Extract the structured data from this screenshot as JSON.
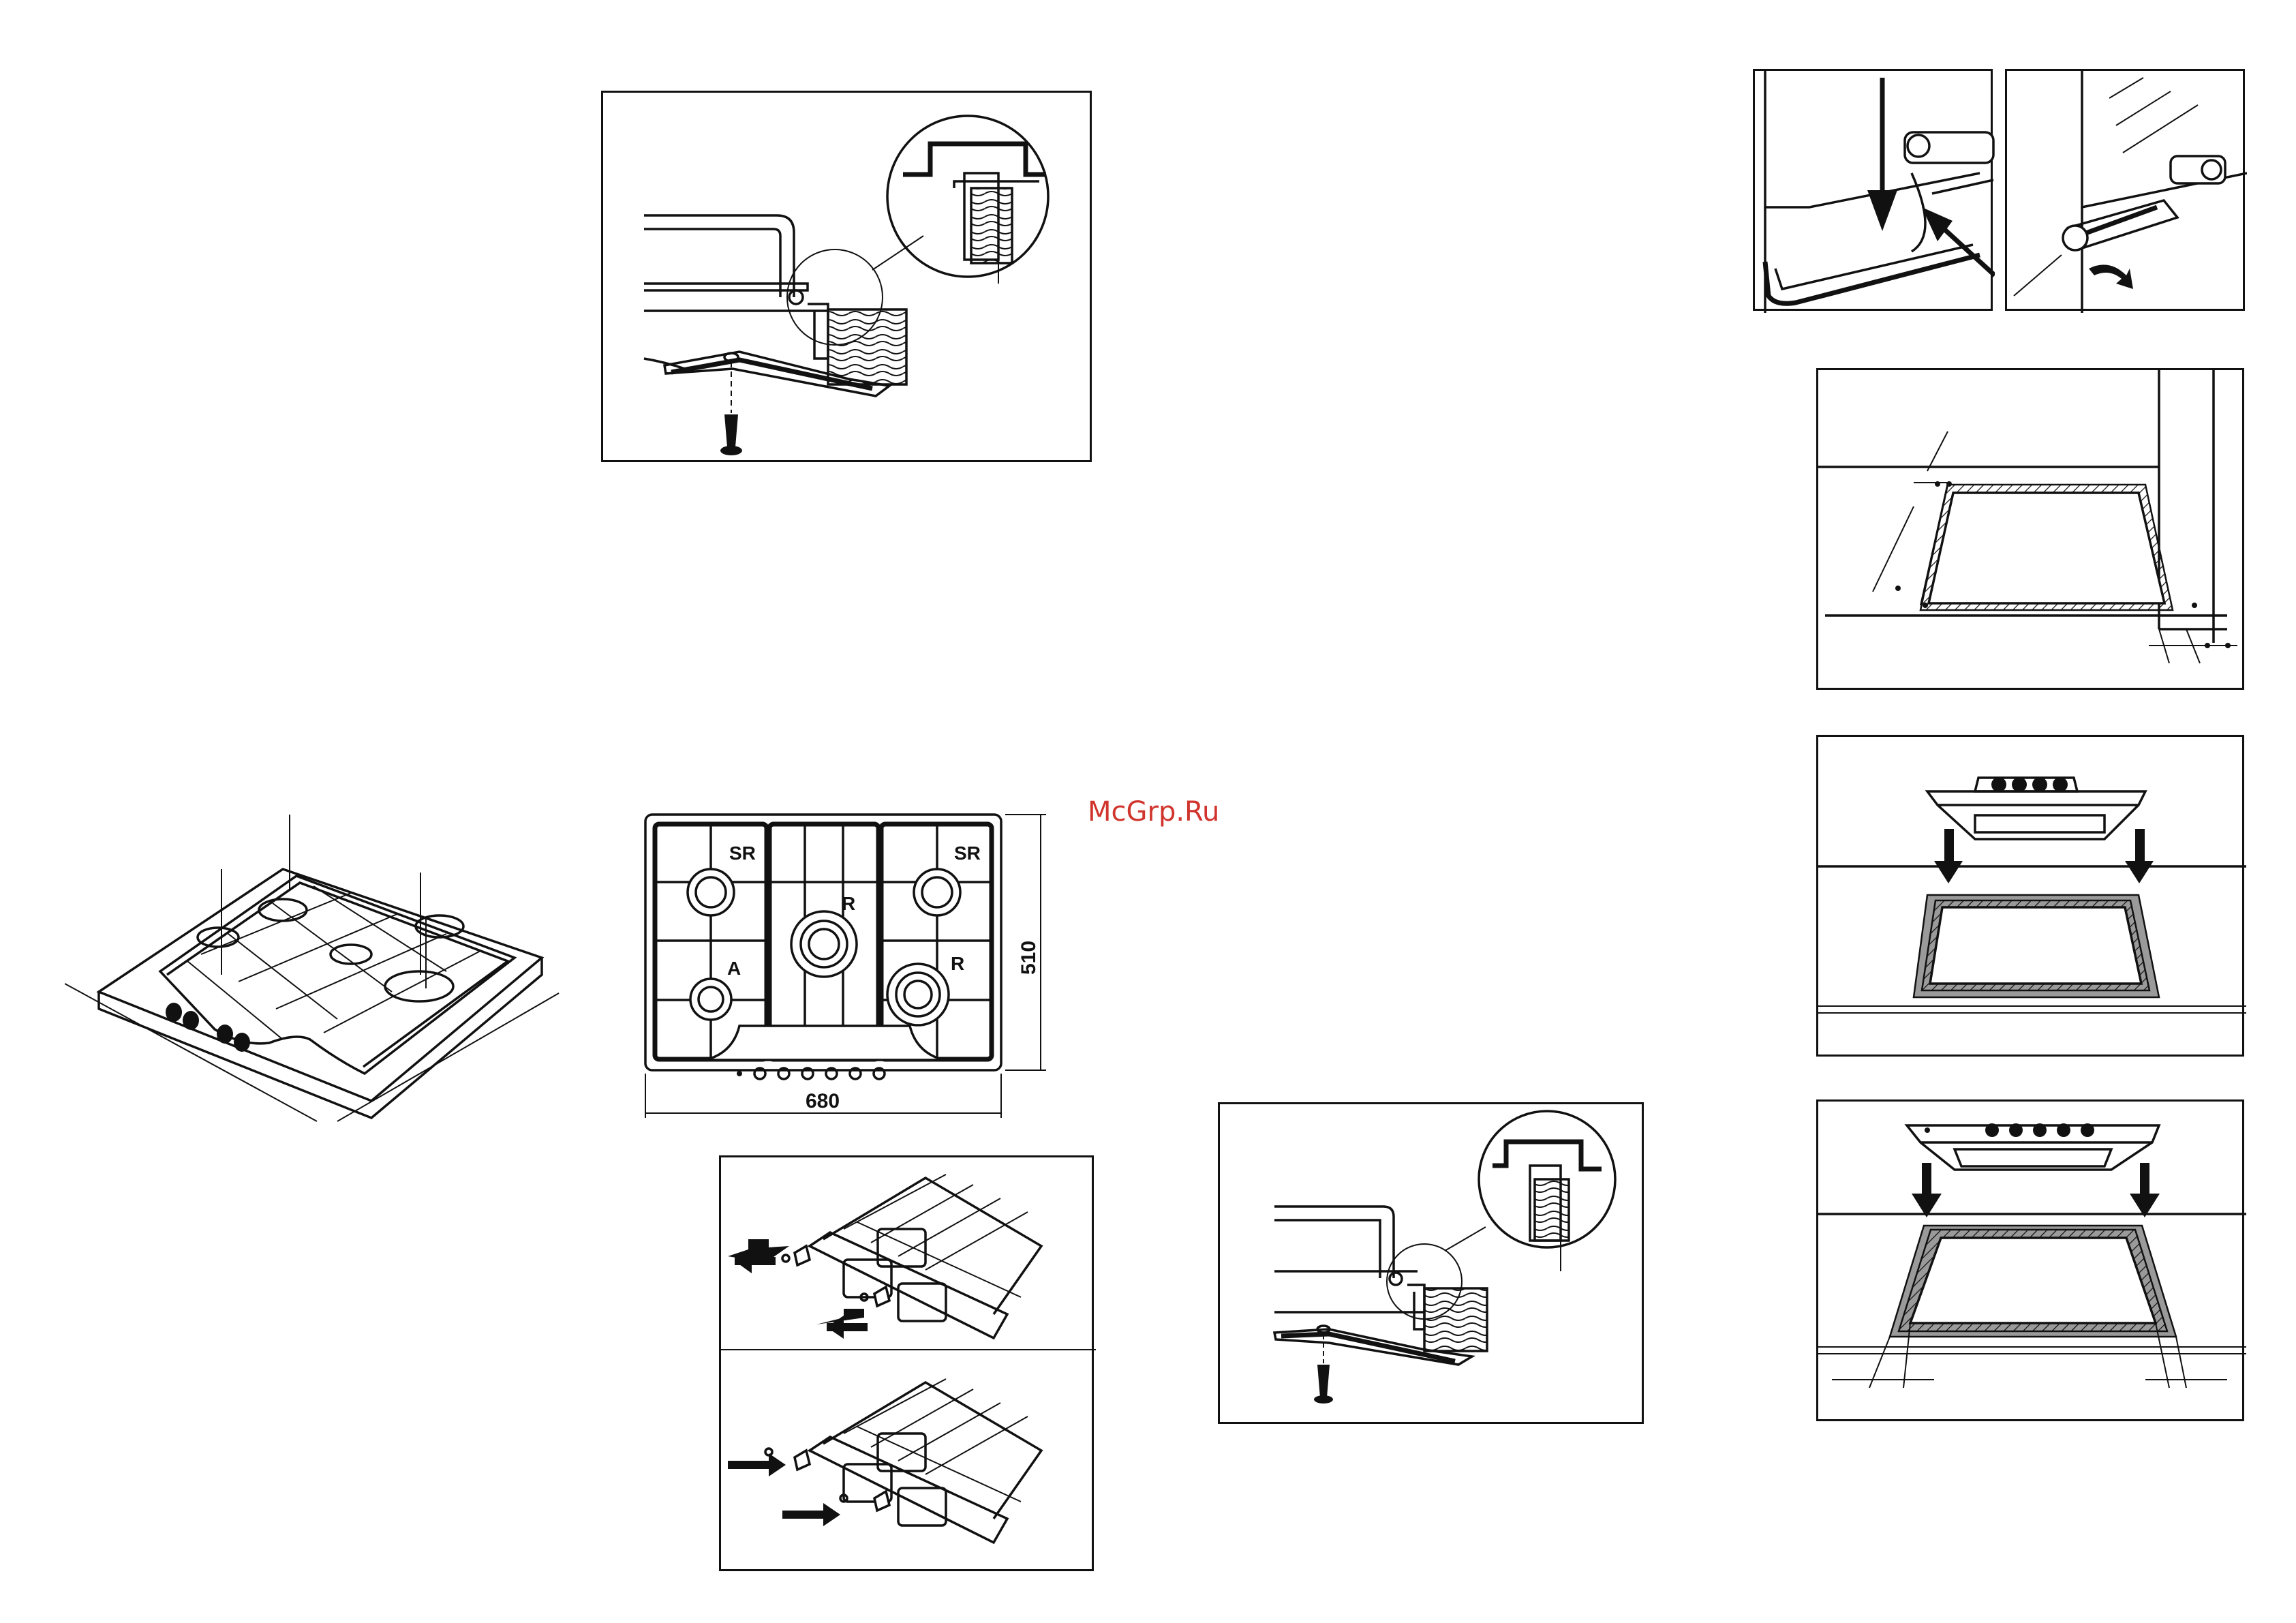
{
  "watermark": "McGrp.Ru",
  "hob_plan": {
    "burner_labels": {
      "top_left": "SR",
      "top_right": "SR",
      "center": "R",
      "bottom_left": "A",
      "bottom_right": "R"
    },
    "width_label": "680",
    "depth_label": "510"
  },
  "colors": {
    "ink": "#111111",
    "watermark": "#d0342c",
    "seal_grey": "#9a9a9a"
  }
}
